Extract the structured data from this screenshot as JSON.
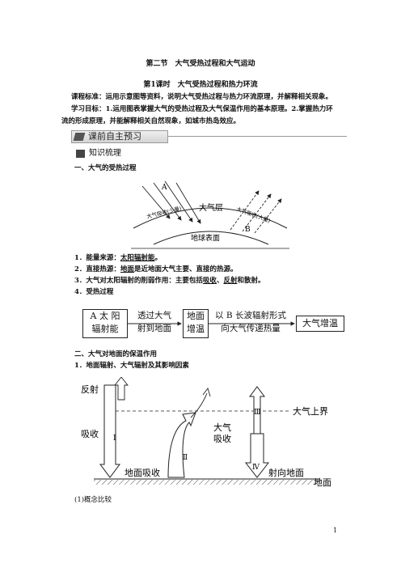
{
  "section_title": "第二节　大气受热过程和大气运动",
  "lesson_title": "第1课时　大气受热过程和热力环流",
  "standard": {
    "label": "课程标准：",
    "text": "运用示意图等资料，说明大气受热过程与热力环流原理，并解释相关现象。"
  },
  "objectives": {
    "label": "学习目标：",
    "line1": "1.运用图表掌握大气的受热过程及大气保温作用的基本原理。2.掌握热力环",
    "line2": "流的形成原理，并能解释相关自然现象，如城市热岛效应。"
  },
  "banner": {
    "label": "课前自主预习"
  },
  "subheader": {
    "label": "知识梳理"
  },
  "part1": {
    "heading": "一、大气的受热过程",
    "diagram": {
      "label_a": "A",
      "label_b": "B",
      "atmosphere": "大气层",
      "absorb_little": "大气吸收(少量)",
      "absorb_much": "大气吸收(大量)",
      "surface": "地球表面"
    },
    "item1": {
      "prefix": "1．能量来源：",
      "value": "太阳辐射能",
      "suffix": "。"
    },
    "item2": {
      "prefix": "2．直接热源：",
      "value": "地面",
      "suffix": "是近地面大气主要、直接的热源。"
    },
    "item3": {
      "prefix": "3．大气对太阳辐射的削弱作用：主要包括",
      "v1": "吸收",
      "sep": "、",
      "v2": "反射",
      "suffix": "和散射。"
    },
    "item4": {
      "label": "4．受热过程"
    },
    "flow": {
      "box1_line1": "A  太 阳",
      "box1_line2": "辐射能",
      "step1_line1": "透过大气",
      "step1_line2": "射到地面",
      "box2_line1": "地面",
      "box2_line2": "增温",
      "step2_line1": "以 B 长波辐射形式",
      "step2_line2": "向大气传递热量",
      "box3": "大气增温"
    }
  },
  "part2": {
    "heading": "二、大气对地面的保温作用",
    "item1": "1．地面辐射、大气辐射及其影响因素",
    "diagram": {
      "reflect": "反射",
      "absorb": "吸收",
      "atmo_absorb_1": "大气",
      "atmo_absorb_2": "吸收",
      "upper_boundary": "大气上界",
      "ground_absorb": "地面吸收",
      "radiate_ground": "射向地面",
      "ground": "地面",
      "n1": "Ⅰ",
      "n2": "Ⅱ",
      "n3": "Ⅲ",
      "n4": "Ⅳ"
    },
    "sub1": "(1)概念比较"
  },
  "page_number": "1"
}
